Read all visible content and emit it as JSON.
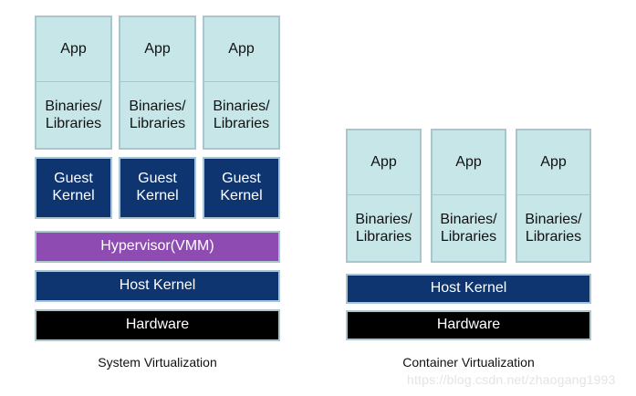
{
  "diagram": {
    "title_left": "System Virtualization",
    "title_right": "Container Virtualization",
    "watermark": "https://blog.csdn.net/zhaogang1993",
    "colors": {
      "light_blue": "#c7e6e8",
      "navy": "#0f3570",
      "purple": "#8e4cb3",
      "black": "#000000",
      "border": "#a9c6cf",
      "watermark_gray": "#e4e4e4",
      "text_dark": "#111111",
      "text_light": "#ffffff"
    },
    "labels": {
      "app": "App",
      "binaries_libraries": "Binaries/\nLibraries",
      "guest_kernel": "Guest\nKernel",
      "hypervisor": "Hypervisor(VMM)",
      "host_kernel": "Host Kernel",
      "hardware": "Hardware"
    }
  },
  "left_panel": {
    "caption": "System Virtualization",
    "columns": [
      {
        "app": "App",
        "libs": "Binaries/\nLibraries",
        "kernel": "Guest\nKernel"
      },
      {
        "app": "App",
        "libs": "Binaries/\nLibraries",
        "kernel": "Guest\nKernel"
      },
      {
        "app": "App",
        "libs": "Binaries/\nLibraries",
        "kernel": "Guest\nKernel"
      }
    ],
    "layers": [
      {
        "label": "Hypervisor(VMM)",
        "style": "purple"
      },
      {
        "label": "Host Kernel",
        "style": "navy"
      },
      {
        "label": "Hardware",
        "style": "black"
      }
    ]
  },
  "right_panel": {
    "caption": "Container Virtualization",
    "columns": [
      {
        "app": "App",
        "libs": "Binaries/\nLibraries"
      },
      {
        "app": "App",
        "libs": "Binaries/\nLibraries"
      },
      {
        "app": "App",
        "libs": "Binaries/\nLibraries"
      }
    ],
    "layers": [
      {
        "label": "Host Kernel",
        "style": "navy"
      },
      {
        "label": "Hardware",
        "style": "black"
      }
    ]
  }
}
